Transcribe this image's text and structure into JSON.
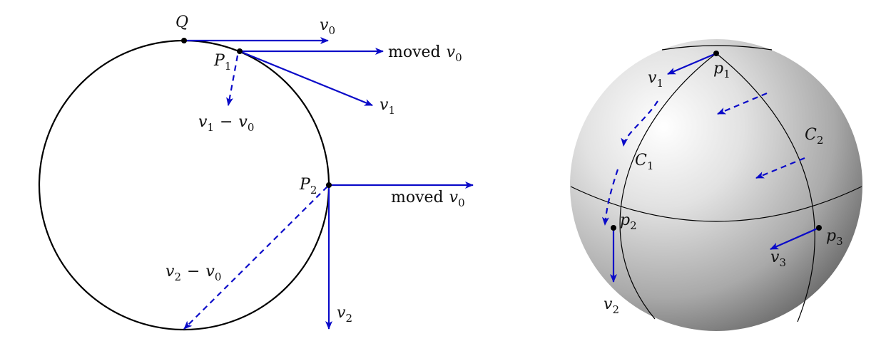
{
  "left_figure": {
    "Q": "Q",
    "P1": "P",
    "P1_sub": "1",
    "P2": "P",
    "P2_sub": "2",
    "v0": "v",
    "v0_sub": "0",
    "moved_v0_top_word": "moved",
    "moved_v0_top_var": "v",
    "moved_v0_top_sub": "0",
    "v1": "v",
    "v1_sub": "1",
    "v1_minus_v0_a": "v",
    "v1_minus_v0_a_sub": "1",
    "v1_minus_v0_op": "−",
    "v1_minus_v0_b": "v",
    "v1_minus_v0_b_sub": "0",
    "moved_v0_mid_word": "moved",
    "moved_v0_mid_var": "v",
    "moved_v0_mid_sub": "0",
    "v2_minus_v0_a": "v",
    "v2_minus_v0_a_sub": "2",
    "v2_minus_v0_op": "−",
    "v2_minus_v0_b": "v",
    "v2_minus_v0_b_sub": "0",
    "v2": "v",
    "v2_sub": "2"
  },
  "right_figure": {
    "p1": "p",
    "p1_sub": "1",
    "p2": "p",
    "p2_sub": "2",
    "p3": "p",
    "p3_sub": "3",
    "v1": "v",
    "v1_sub": "1",
    "v2": "v",
    "v2_sub": "2",
    "v3": "v",
    "v3_sub": "3",
    "C1": "C",
    "C1_sub": "1",
    "C2": "C",
    "C2_sub": "2"
  },
  "colors": {
    "vector": "#0a0ac8",
    "curve": "#000000"
  }
}
